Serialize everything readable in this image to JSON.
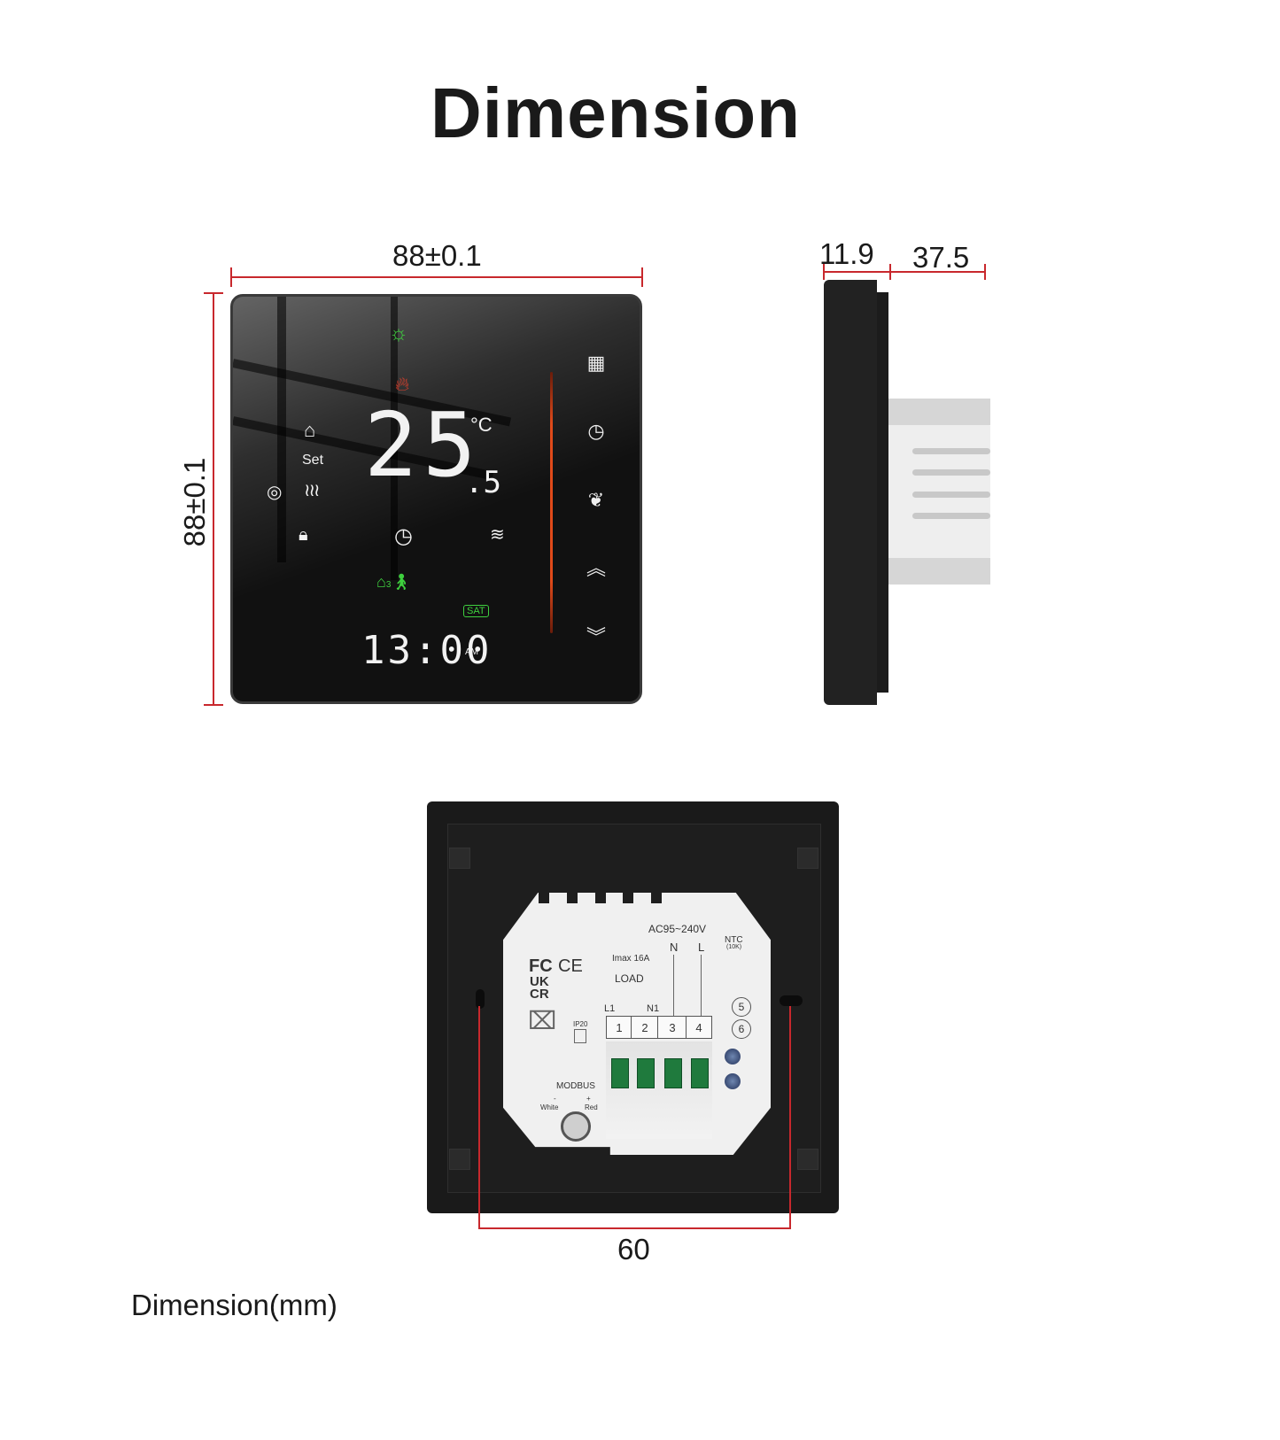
{
  "title": "Dimension",
  "footer_label": "Dimension(mm)",
  "front_view": {
    "width_label": "88±0.1",
    "height_label": "88±0.1",
    "display": {
      "temperature_main": "25",
      "temperature_decimal": ".5",
      "unit": "°C",
      "set_label": "Set",
      "clock": "13:00",
      "ampm": "AM",
      "day_badge": "SAT",
      "program_number": "3"
    },
    "icons": [
      "sun-icon",
      "flame-icon",
      "home-thermometer-icon",
      "eco-icon",
      "heating-icon",
      "lock-icon",
      "clock-icon",
      "wifi-icon",
      "away-home-icon"
    ],
    "buttons": [
      "menu-grid-button",
      "schedule-clock-button",
      "eco-leaf-button",
      "up-arrow-button",
      "down-arrow-button"
    ],
    "colors": {
      "accent_green": "#3ecf3e",
      "flame_red": "#e8412c",
      "slider_orange": "#e04a1a",
      "dimension_red": "#c8282d"
    }
  },
  "side_view": {
    "depth_front_label": "11.9",
    "depth_back_label": "37.5"
  },
  "back_view": {
    "mount_spacing_label": "60",
    "voltage": "AC95~240V",
    "current": "Imax  16A",
    "load_label": "LOAD",
    "terminal_left_labels": [
      "L1",
      "N1"
    ],
    "power_labels": [
      "N",
      "L"
    ],
    "terminals": [
      "1",
      "2",
      "3",
      "4"
    ],
    "ntc_label": "NTC",
    "ntc_value": "(10K)",
    "ntc_terminals": [
      "5",
      "6"
    ],
    "certs": [
      "FC",
      "CE",
      "UK",
      "CR"
    ],
    "ip_rating": "IP20",
    "modbus_label": "MODBUS",
    "modbus_minus": "-",
    "modbus_plus": "+",
    "modbus_white": "White",
    "modbus_red": "Red"
  }
}
